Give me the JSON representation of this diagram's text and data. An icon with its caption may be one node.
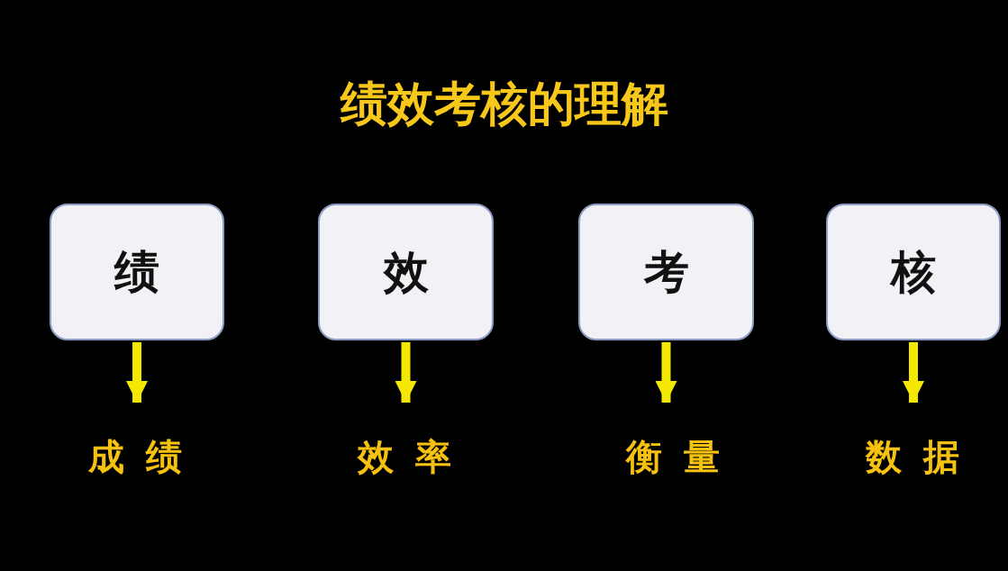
{
  "diagram": {
    "title": "绩效考核的理解",
    "nodes": [
      {
        "text": [
          "绩"
        ]
      },
      {
        "text": [
          "效"
        ]
      },
      {
        "text": [
          "考"
        ]
      },
      {
        "text": [
          "核"
        ]
      },
      {
        "text": [
          "成绩"
        ]
      },
      {
        "text": [
          "效率"
        ]
      },
      {
        "text": [
          "衡量"
        ]
      },
      {
        "text": [
          "数据"
        ]
      }
    ],
    "edges": [
      {
        "from": 0,
        "to": 4,
        "arrow": "to"
      },
      {
        "from": 1,
        "to": 5,
        "arrow": "to"
      },
      {
        "from": 2,
        "to": 6,
        "arrow": "to"
      },
      {
        "from": 3,
        "to": 7,
        "arrow": "to"
      }
    ]
  }
}
